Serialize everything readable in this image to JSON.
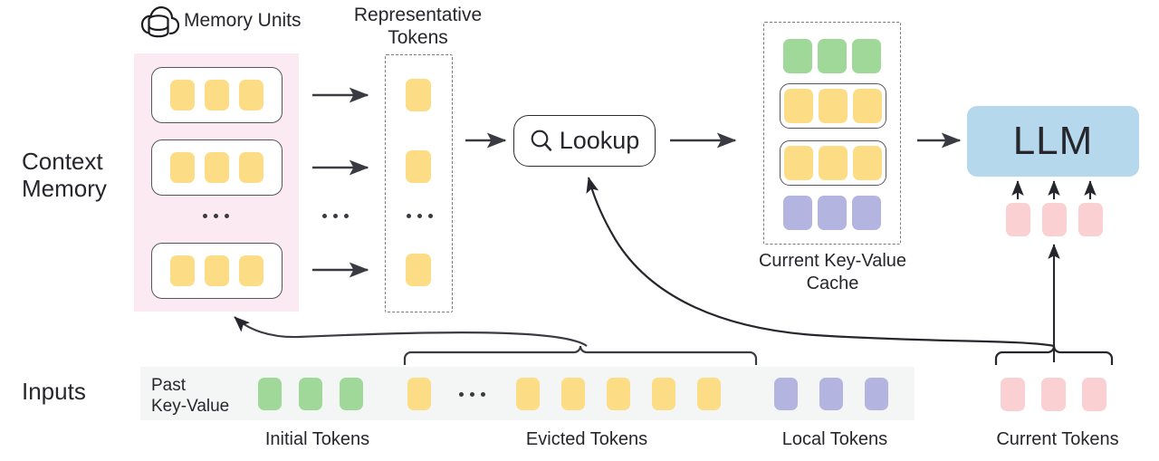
{
  "diagram": {
    "title_icon": "cloud-database-icon",
    "memory_units_label": "Memory Units",
    "representative_tokens_label": "Representative\nTokens",
    "context_memory_label": "Context\nMemory",
    "inputs_label": "Inputs",
    "past_key_value_label": "Past\nKey-Value",
    "lookup_label": "Lookup",
    "lookup_icon": "magnifier-icon",
    "kv_cache_label": "Current Key-Value\nCache",
    "llm_label": "LLM",
    "ellipsis": "..."
  },
  "colors": {
    "token_yellow": "#fcdc85",
    "token_green": "#a0d89a",
    "token_purple": "#b4b4e0",
    "token_pink": "#fad0d3",
    "context_band": "#fbeaf2",
    "input_band": "#f4f6f5",
    "llm_box": "#b5d8ec",
    "stroke": "#2b2b31",
    "dashed_stroke": "#7a7a80"
  },
  "context_memory": {
    "units": [
      {
        "tokens": [
          "yellow",
          "yellow",
          "yellow"
        ]
      },
      {
        "tokens": [
          "yellow",
          "yellow",
          "yellow"
        ]
      },
      {
        "tokens": [
          "yellow",
          "yellow",
          "yellow"
        ]
      }
    ],
    "unit_gap_ellipsis": "..."
  },
  "representative_tokens": {
    "tokens": [
      "yellow",
      "yellow",
      "yellow"
    ],
    "gap_ellipsis": "..."
  },
  "arrow_column_ellipsis": "...",
  "kv_cache": {
    "rows": [
      {
        "type": "plain",
        "tokens": [
          "green",
          "green",
          "green"
        ]
      },
      {
        "type": "unit",
        "tokens": [
          "yellow",
          "yellow",
          "yellow"
        ]
      },
      {
        "type": "unit",
        "tokens": [
          "yellow",
          "yellow",
          "yellow"
        ]
      },
      {
        "type": "plain",
        "tokens": [
          "purple",
          "purple",
          "purple"
        ]
      }
    ]
  },
  "llm_inputs": {
    "tokens": [
      "pink",
      "pink",
      "pink"
    ]
  },
  "inputs_row": {
    "past_kv_tokens": [
      "green",
      "green",
      "green",
      "yellow",
      "ellipsis",
      "yellow",
      "yellow",
      "yellow",
      "yellow",
      "yellow",
      "purple",
      "purple",
      "purple"
    ],
    "current_tokens": [
      "pink",
      "pink",
      "pink"
    ],
    "group_labels": [
      {
        "name": "initial-tokens",
        "text": "Initial Tokens"
      },
      {
        "name": "evicted-tokens",
        "text": "Evicted Tokens"
      },
      {
        "name": "local-tokens",
        "text": "Local Tokens"
      },
      {
        "name": "current-tokens",
        "text": "Current Tokens"
      }
    ]
  }
}
